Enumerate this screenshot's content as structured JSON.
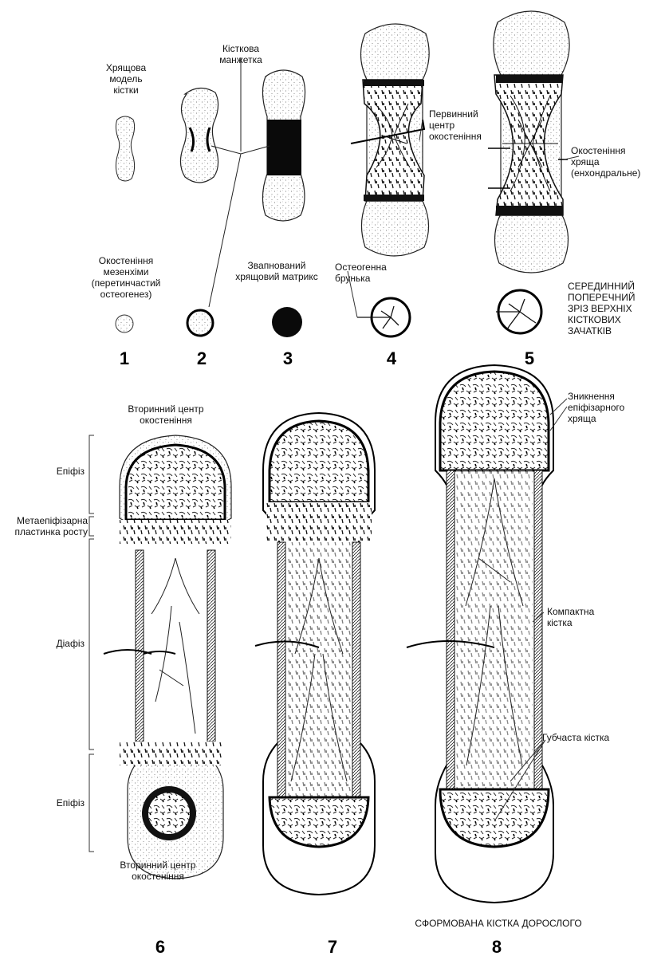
{
  "stage_numbers": [
    "1",
    "2",
    "3",
    "4",
    "5",
    "6",
    "7",
    "8"
  ],
  "labels": {
    "cartilage_model": "Хрящова\nмодель\nкістки",
    "bone_collar": "Кісткова\nманжетка",
    "mesenchyme_ossification": "Окостеніння\nмезенхіми\n(перетинчастий\nостеогенез)",
    "calcified_matrix": "Звапнований\nхрящовий матрикс",
    "primary_center": "Первинний\nцентр\nокостеніння",
    "osteogenic_bud": "Остеогенна\nбрунька",
    "cartilage_ossification": "Окостеніння\nхряща\n(енхондральне)",
    "cross_section": "СЕРЕДИННИЙ\nПОПЕРЕЧНИЙ\nЗРІЗ ВЕРХНІХ\nКІСТКОВИХ\nЗАЧАТКІВ",
    "secondary_center_top": "Вторинний центр\nокостеніння",
    "epiphysis_top": "Епіфіз",
    "growth_plate": "Метаепіфізарна\nпластинка росту",
    "diaphysis": "Діафіз",
    "epiphysis_bottom": "Епіфіз",
    "secondary_center_bottom": "Вторинний центр\nокостеніння",
    "epiphyseal_cartilage_disappearance": "Зникнення\nепіфізарного\nхряща",
    "compact_bone": "Компактна\nкістка",
    "spongy_bone": "Губчаста кістка",
    "adult_bone": "СФОРМОВАНА КІСТКА ДОРОСЛОГО"
  }
}
